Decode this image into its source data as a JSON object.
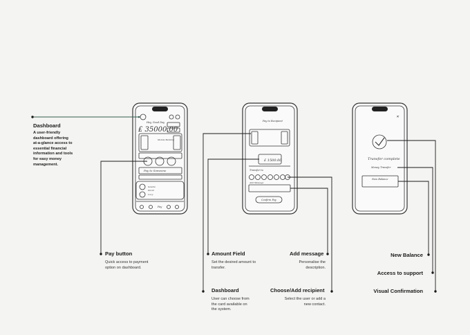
{
  "annotations": {
    "dashboard_main": {
      "title": "Dashboard",
      "desc": "A user-friendly dashboard offering at-a-glance access to essential financial information and tools for easy money management."
    },
    "pay_button": {
      "title": "Pay button",
      "desc": "Quick access to payment option on dashboard."
    },
    "amount_field": {
      "title": "Amount Field",
      "desc": "Set the desired amount to transfer."
    },
    "dashboard_card": {
      "title": "Dashboard",
      "desc": "User can choose from the card available on the system."
    },
    "add_message": {
      "title": "Add message",
      "desc": "Personalise the description."
    },
    "choose_recipient": {
      "title": "Choose/Add recipient",
      "desc": "Select the user or add a new contact."
    },
    "new_balance": {
      "title": "New Balance"
    },
    "access_support": {
      "title": "Access to support"
    },
    "visual_confirmation": {
      "title": "Visual Confirmation"
    }
  },
  "phone1": {
    "balance": "£ 35000.00",
    "greeting": "Hey, Good Day",
    "card_label": "Mobile Banking",
    "pay_to": "Pay to Someone",
    "nav_pay": "Pay",
    "rows": [
      "Sandra",
      "David",
      "Lucy"
    ]
  },
  "phone2": {
    "title": "Pay to Recipient",
    "amount": "£ 1500.00",
    "transfer_to": "Transfer to",
    "message": "Add Message",
    "action": "Confirm Pay"
  },
  "phone3": {
    "status": "Transfer complete",
    "sub": "Money Transfer",
    "balance": "New Balance",
    "close": "✕"
  }
}
